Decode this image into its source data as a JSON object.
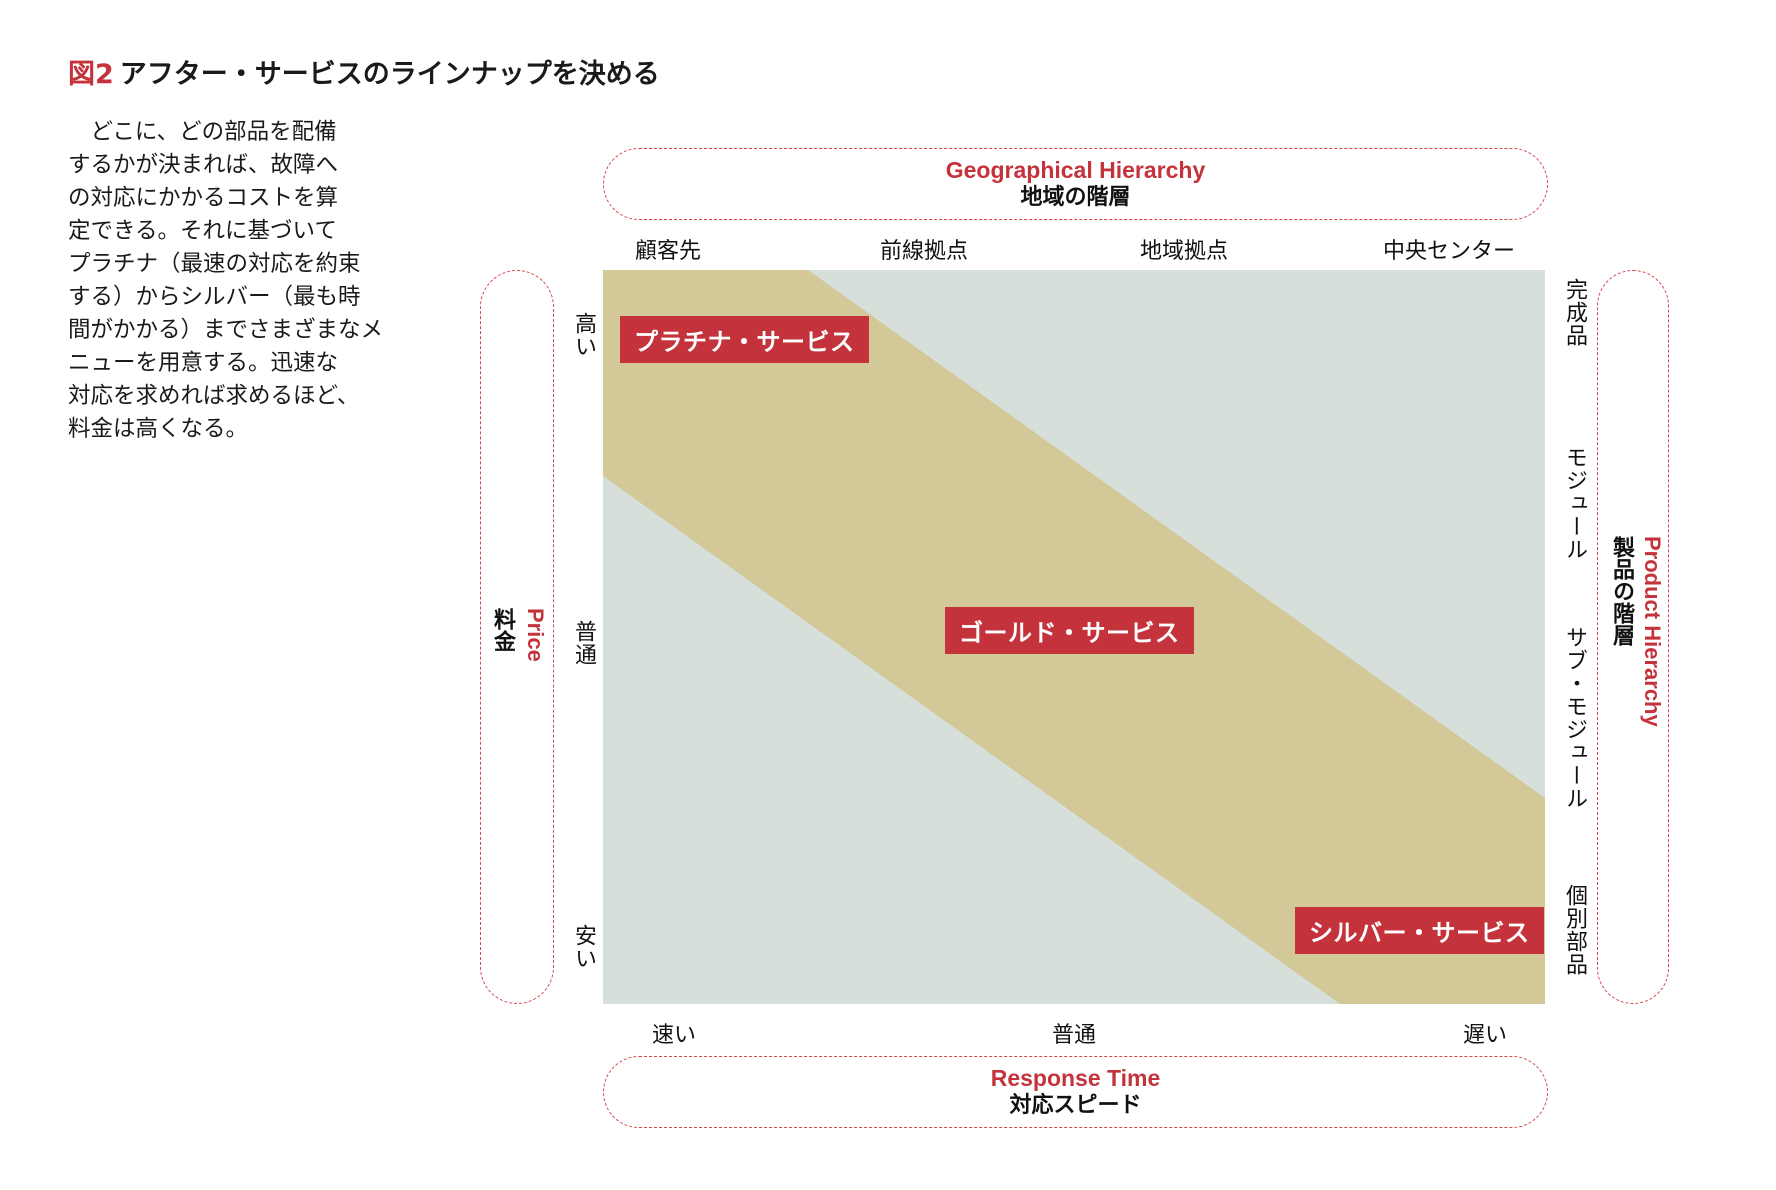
{
  "figure": {
    "number": "図2",
    "title": "アフター・サービスのラインナップを決める"
  },
  "body_text_lines": [
    "　どこに、どの部品を配備",
    "するかが決まれば、故障へ",
    "の対応にかかるコストを算",
    "定できる。それに基づいて",
    "プラチナ（最速の対応を約束",
    "する）からシルバー（最も時",
    "間がかかる）までさまざまなメ",
    "ニューを用意する。迅速な",
    "対応を求めれば求めるほど、",
    "料金は高くなる。"
  ],
  "top_axis": {
    "title_en": "Geographical Hierarchy",
    "title_jp": "地域の階層",
    "ticks": [
      "顧客先",
      "前線拠点",
      "地域拠点",
      "中央センター"
    ]
  },
  "bottom_axis": {
    "title_en": "Response Time",
    "title_jp": "対応スピード",
    "ticks": [
      "速い",
      "普通",
      "遅い"
    ]
  },
  "left_axis": {
    "title_en": "Price",
    "title_jp": "料金",
    "ticks": [
      "高い",
      "普通",
      "安い"
    ]
  },
  "right_axis": {
    "title_en": "Product Hierarchy",
    "title_jp": "製品の階層",
    "ticks": [
      "完成品",
      "モジュール",
      "サブ・モジュール",
      "個別部品"
    ]
  },
  "services": {
    "platinum": "プラチナ・サービス",
    "gold": "ゴールド・サービス",
    "silver": "シルバー・サービス"
  },
  "colors": {
    "accent": "#c4333b",
    "band": "#d3c898",
    "background": "#d6dfda"
  }
}
